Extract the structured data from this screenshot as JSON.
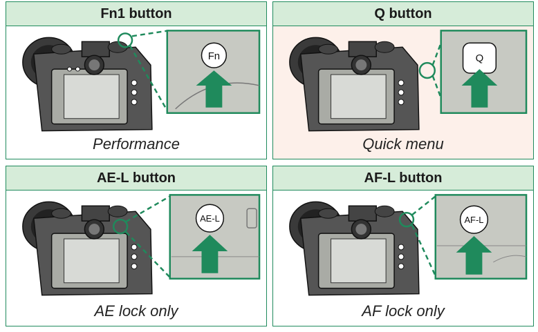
{
  "panels": [
    {
      "title": "Fn1 button",
      "button_label": "Fn",
      "caption": "Performance",
      "highlight": false
    },
    {
      "title": "Q button",
      "button_label": "Q",
      "caption": "Quick menu",
      "highlight": true
    },
    {
      "title": "AE-L button",
      "button_label": "AE-L",
      "caption": "AE lock only",
      "highlight": false
    },
    {
      "title": "AF-L button",
      "button_label": "AF-L",
      "caption": "AF lock only",
      "highlight": false
    }
  ],
  "colors": {
    "accent_green": "#1f8a5c",
    "header_green": "#d6ecd9",
    "zoom_bg": "#c7c9c2",
    "arrow_green": "#1f8a5c",
    "highlight_bg": "#fdf0ea"
  },
  "icons": [
    "camera-illustration",
    "up-arrow-icon",
    "zoom-callout"
  ]
}
